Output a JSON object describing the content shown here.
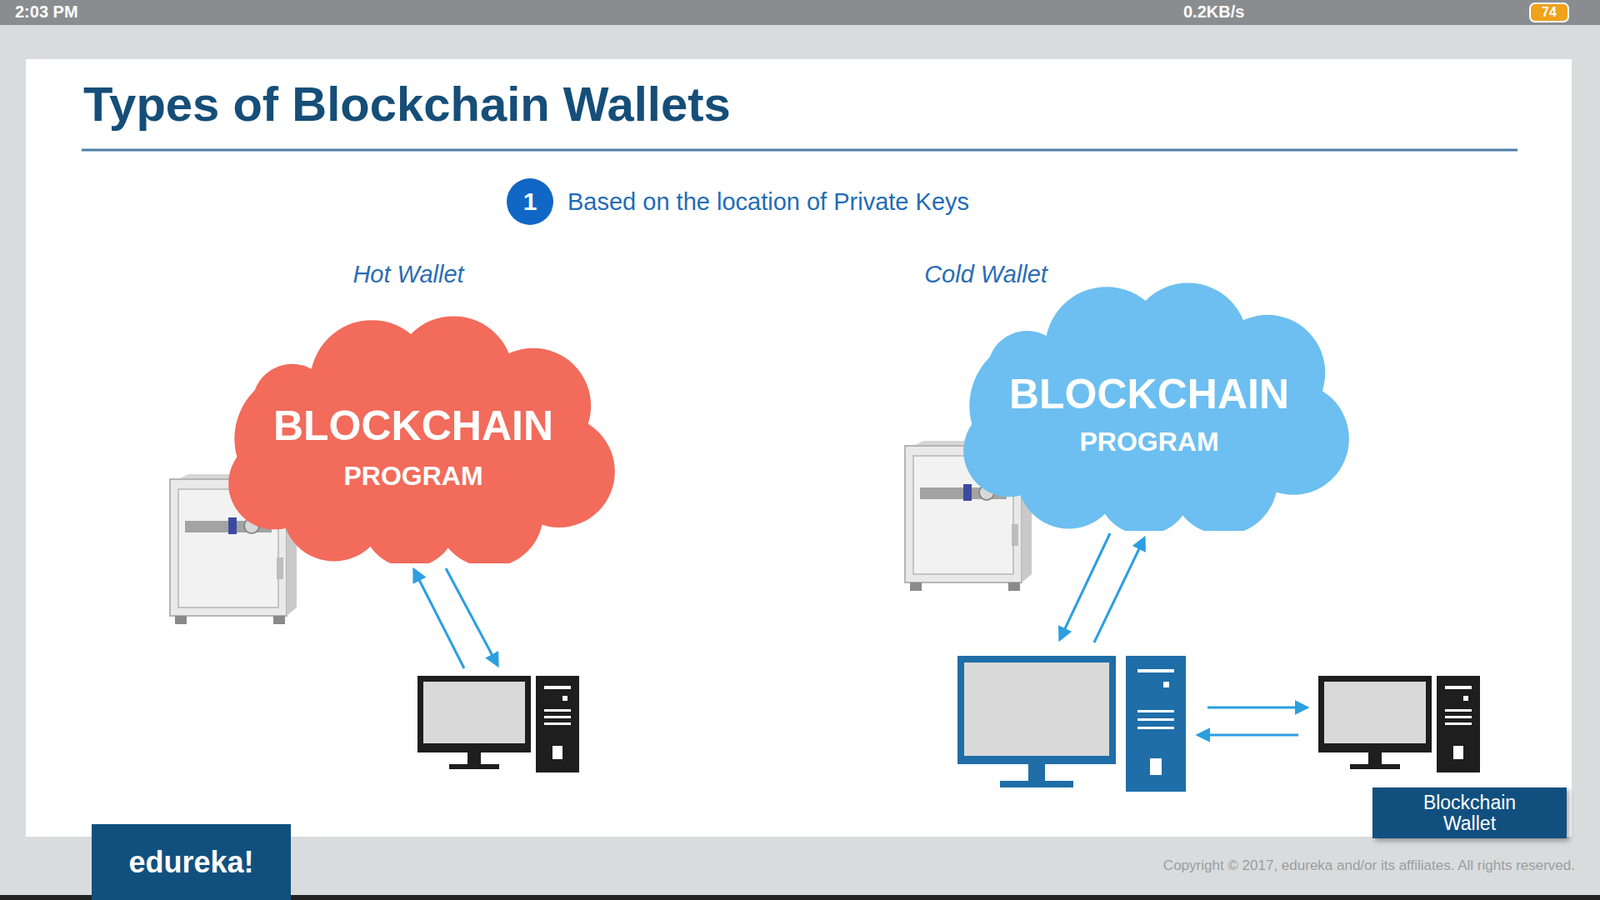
{
  "diagram": {
    "title": "Types of Blockchain Wallets",
    "nodes": [
      {
        "text": [
          "1"
        ]
      },
      {
        "text": [
          "BLOCKCHAIN",
          "PROGRAM"
        ]
      },
      {
        "text": [
          "BLOCKCHAIN",
          "PROGRAM"
        ]
      },
      {
        "text": [
          "Blockchain Wallet"
        ]
      },
      {
        "text": [
          "edureka!"
        ]
      }
    ],
    "labels": [
      "2:03 PM",
      "0.2KB/s",
      "74",
      "Based on the location of Private Keys",
      "Hot Wallet",
      "Cold Wallet",
      "Copyright © 2017, edureka and/or its affiliates. All rights reserved."
    ]
  }
}
